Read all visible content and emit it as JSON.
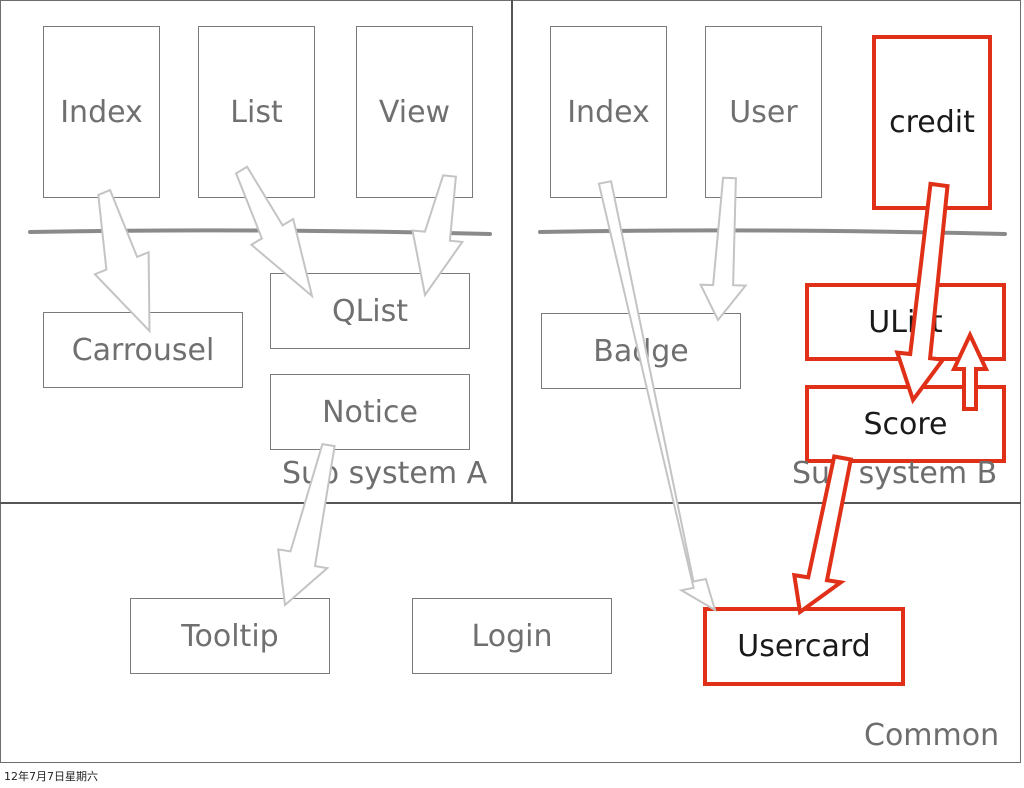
{
  "diagram": {
    "sub_system_a": {
      "label": "Sub system A",
      "pages": [
        "Index",
        "List",
        "View"
      ],
      "components": {
        "carrousel": "Carrousel",
        "qlist": "QList",
        "notice": "Notice"
      }
    },
    "sub_system_b": {
      "label": "Sub system B",
      "pages": [
        "Index",
        "User"
      ],
      "credit": "credit",
      "components": {
        "badge": "Badge",
        "ulist": "UList",
        "score": "Score"
      }
    },
    "common": {
      "label": "Common",
      "components": {
        "tooltip": "Tooltip",
        "login": "Login",
        "usercard": "Usercard"
      }
    },
    "colors": {
      "highlight": "#e03018",
      "neutral": "#707070",
      "arrow_gray": "#c8c8c8"
    }
  },
  "footer": {
    "timestamp": "12年7月7日星期六"
  }
}
